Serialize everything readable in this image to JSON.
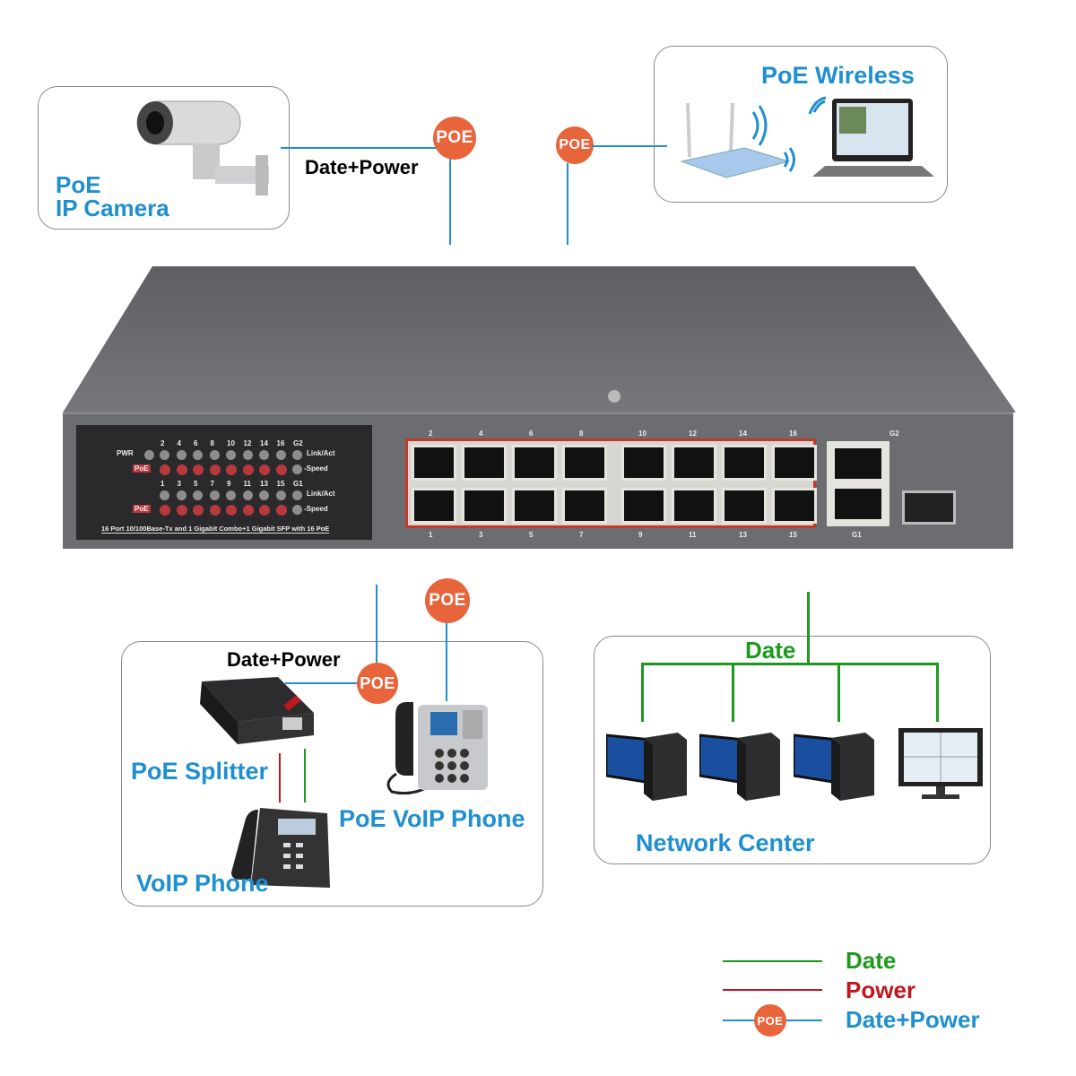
{
  "camera": {
    "line1": "PoE",
    "line2": "IP Camera",
    "link_label": "Date+Power",
    "poe_badge": "POE"
  },
  "wireless": {
    "title": "PoE Wireless",
    "poe_badge": "POE"
  },
  "switch": {
    "pwr_label": "PWR",
    "poe_label": "PoE",
    "link_act": "Link/Act",
    "speed": "-Speed",
    "led_top_numbers": [
      "2",
      "4",
      "6",
      "8",
      "10",
      "12",
      "14",
      "16",
      "G2"
    ],
    "led_bottom_numbers": [
      "1",
      "3",
      "5",
      "7",
      "9",
      "11",
      "13",
      "15",
      "G1"
    ],
    "description": "16 Port 10/100Base-Tx and 1 Gigabit Combo+1 Gigabit SFP with 16 PoE",
    "port_top_numbers": [
      "2",
      "4",
      "6",
      "8",
      "10",
      "12",
      "14",
      "16"
    ],
    "port_bottom_numbers": [
      "1",
      "3",
      "5",
      "7",
      "9",
      "11",
      "13",
      "15"
    ],
    "combo_top": "G2",
    "combo_bottom": "G1"
  },
  "voip": {
    "link_label": "Date+Power",
    "poe_badge_1": "POE",
    "poe_badge_2": "POE",
    "splitter": "PoE Splitter",
    "poe_phone": "PoE VoIP Phone",
    "phone": "VoIP Phone"
  },
  "network": {
    "link_label": "Date",
    "title": "Network Center"
  },
  "legend": {
    "items": [
      {
        "label": "Date",
        "color": "#1d9a1d"
      },
      {
        "label": "Power",
        "color": "#c0161c"
      },
      {
        "label": "Date+Power",
        "color": "#1e8fd0",
        "badge": "POE"
      }
    ]
  },
  "colors": {
    "accent": "#1e8fd0",
    "poe": "#e8643a",
    "data": "#1d9a1d",
    "power": "#c0161c"
  }
}
